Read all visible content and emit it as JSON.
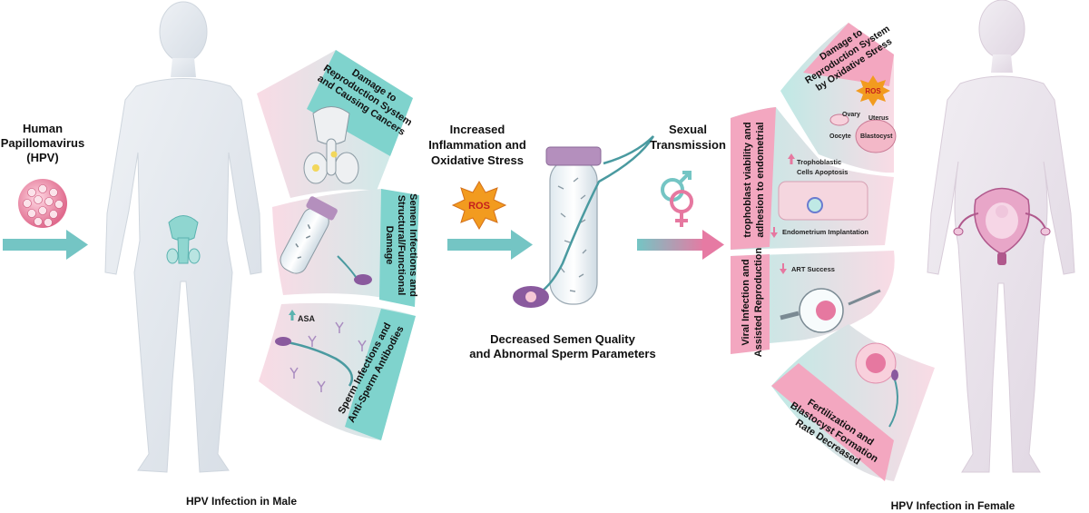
{
  "hpv_title": [
    "Human",
    "Papillomavirus",
    "(HPV)"
  ],
  "male": {
    "caption": "HPV Infection in Male",
    "panel1": [
      "Damage to",
      "Reproduction System",
      "and Causing Cancers"
    ],
    "panel2": [
      "Semen Infections and",
      "Structural/Functional",
      "Damage"
    ],
    "panel3": [
      "Sperm Infections and",
      "Anti-Sperm Antibodies"
    ],
    "asa_label": "ASA"
  },
  "center": {
    "top_label": [
      "Increased",
      "Inflammation and",
      "Oxidative Stress"
    ],
    "ros": "ROS",
    "bottom_label": [
      "Decreased Semen Quality",
      "and Abnormal Sperm Parameters"
    ]
  },
  "transmission": [
    "Sexual",
    "Transmission"
  ],
  "female": {
    "caption": "HPV Infection in Female",
    "panel1": [
      "Damage to",
      "Reproduction System",
      "by Oxidative Stress"
    ],
    "panel1_labels": [
      "ROS",
      "Ovary",
      "Uterus",
      "Oocyte",
      "Blastocyst"
    ],
    "panel2": [
      "trophoblast viability and",
      "adhesion to endometrial"
    ],
    "panel2_labels": [
      "Trophoblastic",
      "Cells Apoptosis",
      "Endometrium Implantation"
    ],
    "panel3": [
      "Viral Infection and",
      "Assisted Reproduction"
    ],
    "panel3_label": "ART Success",
    "panel4": [
      "Fertilization and",
      "Blastocyst Formation",
      "Rate Decreased"
    ]
  },
  "colors": {
    "teal": "#7cd1cc",
    "pink": "#f2a8c0",
    "body": "#e3e8ee",
    "arrow": "#6fc0c2",
    "ros": "#f29b1f"
  }
}
